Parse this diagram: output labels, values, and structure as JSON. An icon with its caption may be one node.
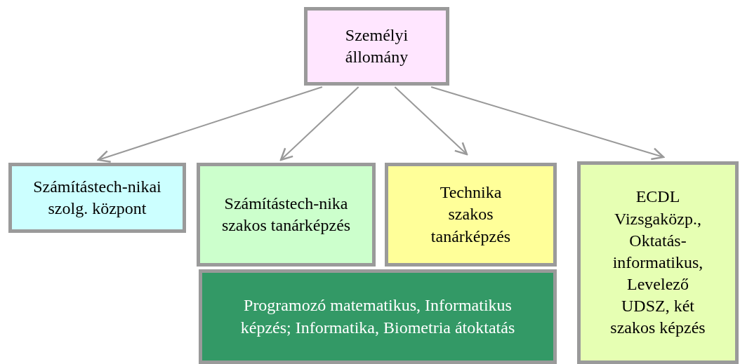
{
  "diagram": {
    "nodes": [
      {
        "text": [
          "Személyi állomány"
        ]
      },
      {
        "text": [
          "Számítástech-nikai szolg. központ"
        ]
      },
      {
        "text": [
          "Számítástech-nika szakos tanárképzés"
        ]
      },
      {
        "text": [
          "Technika szakos tanárképzés"
        ]
      },
      {
        "text": [
          "ECDL Vizsgaközp., Oktatás-informatikus, Levelező UDSZ, két szakos képzés"
        ]
      },
      {
        "text": [
          "Programozó matematikus, Informatikus képzés; Informatika, Biometria átoktatás"
        ]
      }
    ],
    "edges": [
      {
        "from": 0,
        "to": 1,
        "arrow": "to"
      },
      {
        "from": 0,
        "to": 2,
        "arrow": "to"
      },
      {
        "from": 0,
        "to": 3,
        "arrow": "to"
      },
      {
        "from": 0,
        "to": 4,
        "arrow": "to"
      }
    ]
  }
}
